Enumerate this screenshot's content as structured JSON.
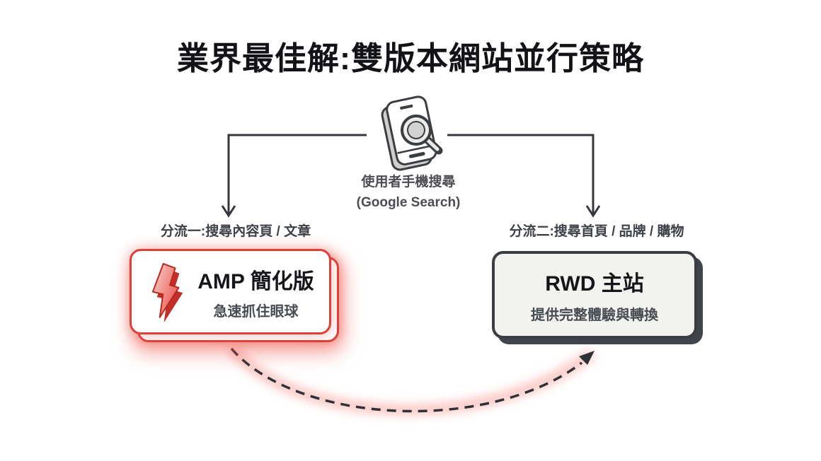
{
  "title": "業界最佳解:雙版本網站並行策略",
  "source": {
    "line1": "使用者手機搜尋",
    "line2": "(Google Search)"
  },
  "branches": {
    "left": {
      "label": "分流一:搜尋內容頁 / 文章"
    },
    "right": {
      "label": "分流二:搜尋首頁 / 品牌 / 購物"
    }
  },
  "cards": {
    "amp": {
      "title": "AMP 簡化版",
      "subtitle": "急速抓住眼球",
      "icon": "lightning-bolt-icon",
      "accent_color": "#dc4038"
    },
    "rwd": {
      "title": "RWD 主站",
      "subtitle": "提供完整體驗與轉換",
      "border_color": "#3a3e44"
    }
  },
  "icons": {
    "source": "phone-with-magnifier-icon",
    "flow": "dashed-curve-arrow"
  },
  "colors": {
    "ink": "#33363b",
    "glow_red": "#f25a4c",
    "background": "#ffffff"
  }
}
